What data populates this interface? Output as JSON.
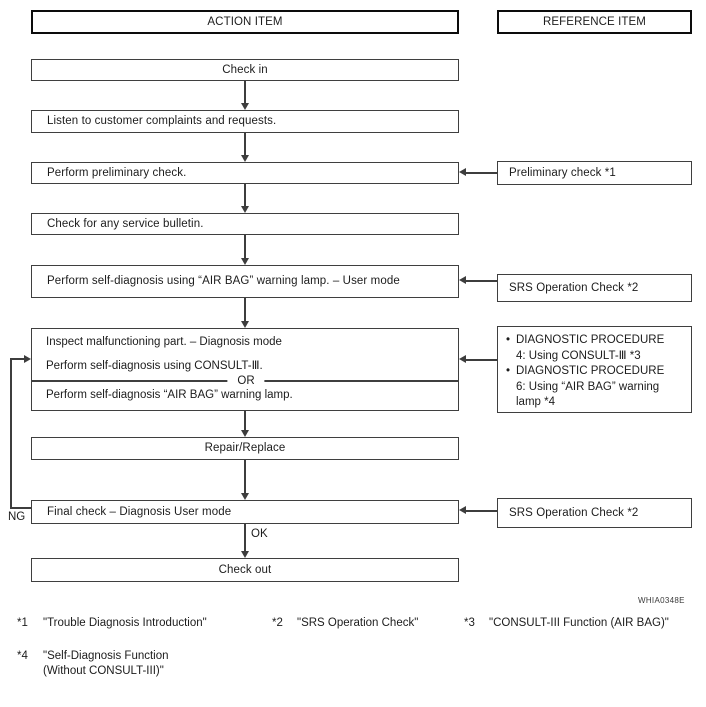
{
  "flowchart": {
    "headers": {
      "action_item": "ACTION ITEM",
      "reference_item": "REFERENCE ITEM"
    },
    "steps": {
      "check_in": "Check in",
      "listen": "Listen to customer complaints and requests.",
      "preliminary": "Perform preliminary check.",
      "bulletin": "Check for any service bulletin.",
      "self_diagnosis_lamp": "Perform self-diagnosis using “AIR BAG” warning lamp. – User mode",
      "inspect": {
        "line1": "Inspect malfunctioning part. – Diagnosis mode",
        "line2": "Perform self-diagnosis using CONSULT-Ⅲ.",
        "or": "OR",
        "line3": "Perform self-diagnosis “AIR BAG” warning lamp."
      },
      "repair": "Repair/Replace",
      "final_check": "Final check – Diagnosis User mode",
      "check_out": "Check out"
    },
    "references": {
      "preliminary": "Preliminary check *1",
      "srs_check_1": "SRS Operation Check *2",
      "diagnostic": {
        "bullet": "•",
        "bullet1_line1": "DIAGNOSTIC PROCEDURE",
        "bullet1_line2": "4: Using CONSULT-Ⅲ *3",
        "bullet2_line1": "DIAGNOSTIC PROCEDURE",
        "bullet2_line2": "6: Using “AIR BAG” warning",
        "bullet2_line3": "lamp *4"
      },
      "srs_check_2": "SRS Operation Check *2"
    },
    "labels": {
      "ng": "NG",
      "ok": "OK"
    },
    "footnotes": [
      {
        "marker": "*1",
        "text": "\"Trouble Diagnosis Introduction\""
      },
      {
        "marker": "*2",
        "text": "\"SRS Operation Check\""
      },
      {
        "marker": "*3",
        "text": "\"CONSULT-III Function (AIR BAG)\""
      },
      {
        "marker": "*4",
        "line1": "\"Self-Diagnosis Function",
        "line2": "(Without CONSULT-III)\""
      }
    ],
    "figure_code": "WHIA0348E",
    "colors": {
      "line": "#3d3d3d",
      "box_border": "#3f3f3f",
      "header_border": "#0c0c0c",
      "background": "#ffffff",
      "text": "#1c1c1c"
    }
  }
}
